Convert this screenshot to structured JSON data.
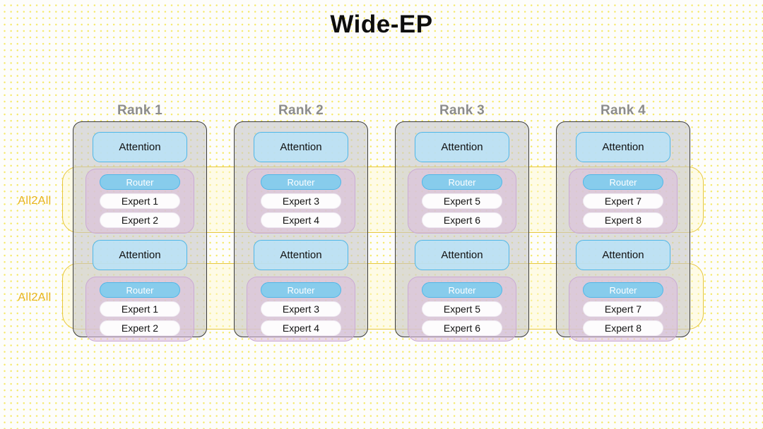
{
  "title": "Wide-EP",
  "colors": {
    "background": "#fdfdfb",
    "dot_grid": "#f5e96a",
    "title_text": "#0d0d0d",
    "rank_label": "#8c8c8c",
    "card_border": "#3a3a3a",
    "card_fill": "#c8c8c8",
    "attention_fill": "#b9e2f7",
    "attention_border": "#4fb7e8",
    "router_fill": "#87ccec",
    "router_text": "#ffffff",
    "expert_fill": "#fdfcfd",
    "moe_group_fill": "#dbbedf",
    "moe_group_border": "#cbaad4",
    "all2all_border": "#e8c83c",
    "all2all_text": "#e8b21c"
  },
  "all2all_bands": [
    {
      "label": "All2All"
    },
    {
      "label": "All2All"
    }
  ],
  "ranks": [
    {
      "title": "Rank 1",
      "layers": [
        {
          "attention": "Attention",
          "router": "Router",
          "experts": [
            "Expert 1",
            "Expert 2"
          ]
        },
        {
          "attention": "Attention",
          "router": "Router",
          "experts": [
            "Expert 1",
            "Expert 2"
          ]
        }
      ]
    },
    {
      "title": "Rank 2",
      "layers": [
        {
          "attention": "Attention",
          "router": "Router",
          "experts": [
            "Expert 3",
            "Expert 4"
          ]
        },
        {
          "attention": "Attention",
          "router": "Router",
          "experts": [
            "Expert 3",
            "Expert 4"
          ]
        }
      ]
    },
    {
      "title": "Rank 3",
      "layers": [
        {
          "attention": "Attention",
          "router": "Router",
          "experts": [
            "Expert 5",
            "Expert 6"
          ]
        },
        {
          "attention": "Attention",
          "router": "Router",
          "experts": [
            "Expert 5",
            "Expert 6"
          ]
        }
      ]
    },
    {
      "title": "Rank 4",
      "layers": [
        {
          "attention": "Attention",
          "router": "Router",
          "experts": [
            "Expert 7",
            "Expert 8"
          ]
        },
        {
          "attention": "Attention",
          "router": "Router",
          "experts": [
            "Expert 7",
            "Expert 8"
          ]
        }
      ]
    }
  ]
}
